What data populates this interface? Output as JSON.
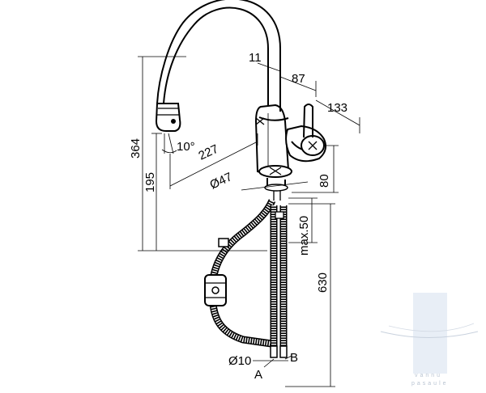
{
  "dimensions": {
    "d11": "11",
    "d87": "87",
    "d133": "133",
    "d364": "364",
    "d195": "195",
    "d227": "227",
    "d10deg": "10°",
    "d47": "Ø47",
    "d80": "80",
    "dmax50": "max.50",
    "d630": "630",
    "d10": "Ø10"
  },
  "labels": {
    "a": "A",
    "b": "B"
  },
  "watermark": {
    "line1": "vannu",
    "line2": "pasaule"
  }
}
